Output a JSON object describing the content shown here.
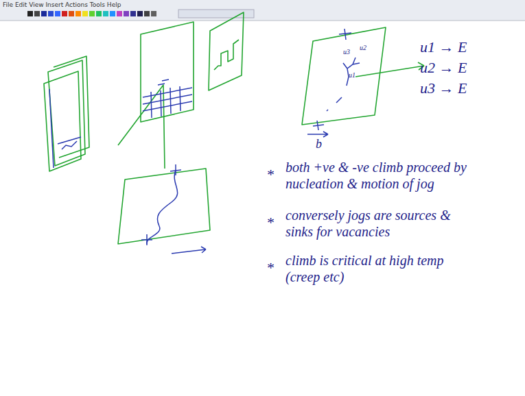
{
  "diagram": {
    "labels": [
      "File Edit View Insert Actions Tools Help",
      "u3",
      "u2",
      "u1",
      "b",
      "u1 → E",
      "u2 → E",
      "u3 → E",
      "*",
      "both +ve & -ve climb proceed by nucleation & motion of jog",
      "*",
      "conversely jogs are sources & sinks for vacancies",
      "*",
      "climb is critical at high temp (creep etc)"
    ]
  }
}
